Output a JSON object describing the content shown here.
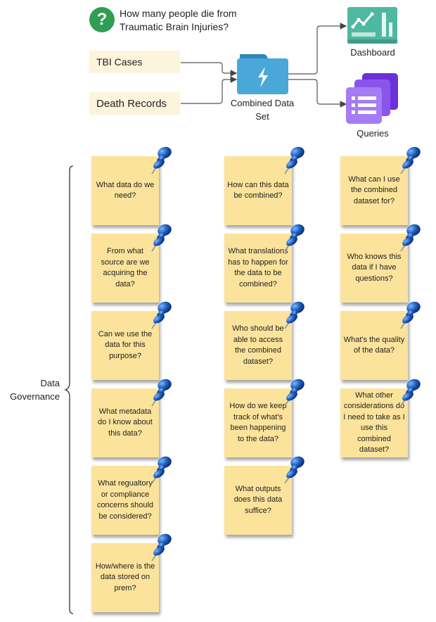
{
  "header": {
    "question_icon": "question-circle-icon",
    "question": "How many people die from Traumatic Brain Injuries?"
  },
  "flow": {
    "sources": [
      {
        "label": "TBI Cases"
      },
      {
        "label": "Death Records"
      }
    ],
    "combined": {
      "label": "Combined Data Set",
      "icon": "folder-lightning-icon",
      "color": "#4aa8d8"
    },
    "outputs": [
      {
        "label": "Dashboard",
        "icon": "dashboard-chart-icon",
        "color": "#4fb8a0"
      },
      {
        "label": "Queries",
        "icon": "stacked-list-icon",
        "color": "#8b5cf6"
      }
    ]
  },
  "governance": {
    "label": "Data Governance",
    "columns": [
      {
        "notes": [
          "What data do we need?",
          "From what source are we acquiring the data?",
          "Can we use the data for this purpose?",
          "What metadata do I know about this data?",
          "What regualtory or compliance concerns should be considered?",
          "How/where is the data stored on prem?"
        ]
      },
      {
        "notes": [
          "How can this data be combined?",
          "What translations has to happen for the data to be combined?",
          "Who should be able to access the combined dataset?",
          "How do we keep track of what's been happening to the data?",
          "What outputs does this data suffice?"
        ]
      },
      {
        "notes": [
          "What can I use the combined dataset for?",
          "Who knows this data if I have questions?",
          "What's the quality of the data?",
          "What other considerations do I need to take as I use this combined dataset?"
        ]
      }
    ]
  },
  "colors": {
    "note_bg": "#fbe39b",
    "source_bg": "#fdf4dc",
    "pin": "#1f5fbf",
    "question_icon": "#2e9e52"
  }
}
